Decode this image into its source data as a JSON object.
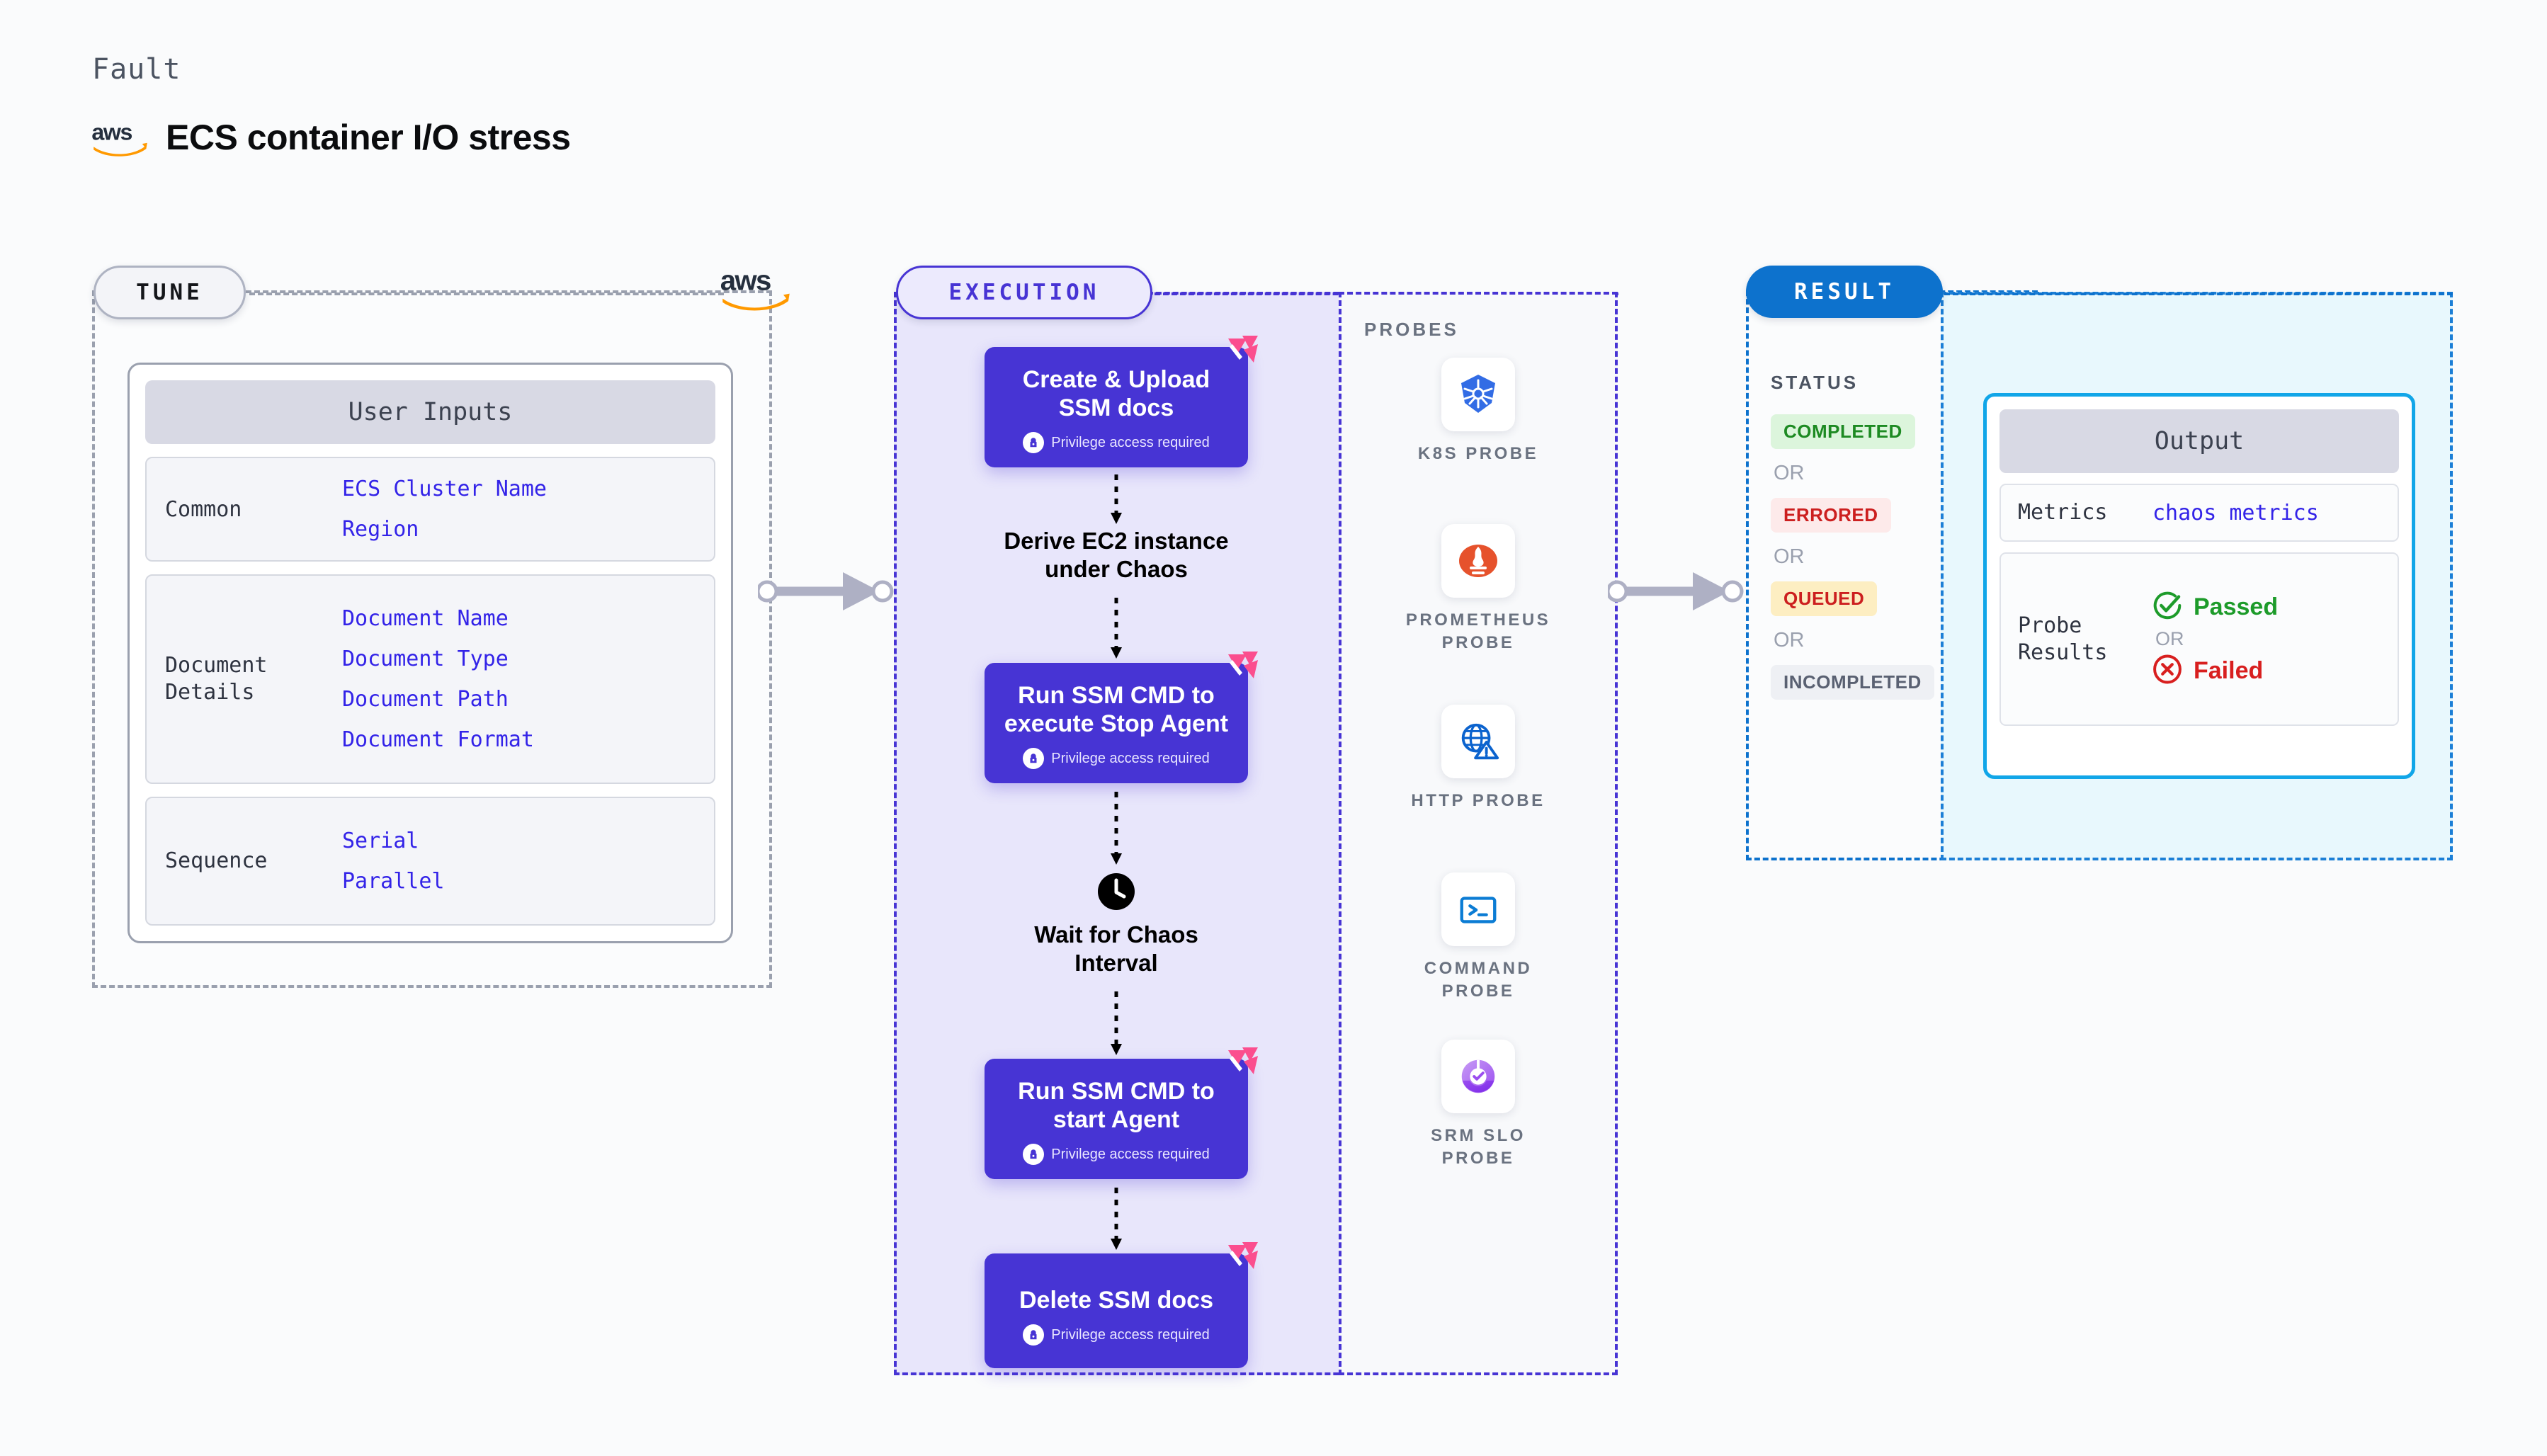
{
  "header": {
    "eyebrow": "Fault",
    "title": "ECS container I/O stress",
    "logo_icon": "aws-logo"
  },
  "tune": {
    "badge": "TUNE",
    "logo_icon": "aws-logo",
    "card_title": "User Inputs",
    "groups": [
      {
        "label": "Common",
        "values": [
          "ECS Cluster Name",
          "Region"
        ]
      },
      {
        "label": "Document\nDetails",
        "values": [
          "Document Name",
          "Document Type",
          "Document Path",
          "Document Format"
        ]
      },
      {
        "label": "Sequence",
        "values": [
          "Serial",
          "Parallel"
        ]
      }
    ]
  },
  "execution": {
    "badge": "EXECUTION",
    "privilege_note": "Privilege access required",
    "steps": [
      {
        "kind": "box",
        "title": "Create & Upload\nSSM docs",
        "privilege": true,
        "icon": "litmus-flag-icon"
      },
      {
        "kind": "text",
        "title": "Derive EC2 instance\nunder Chaos"
      },
      {
        "kind": "box",
        "title": "Run SSM CMD to\nexecute Stop Agent",
        "privilege": true,
        "icon": "litmus-flag-icon"
      },
      {
        "kind": "clock",
        "title": "Wait for Chaos\nInterval",
        "icon": "clock-icon"
      },
      {
        "kind": "box",
        "title": "Run SSM CMD to\nstart Agent",
        "privilege": true,
        "icon": "litmus-flag-icon"
      },
      {
        "kind": "box",
        "title": "Delete SSM docs",
        "privilege": true,
        "icon": "litmus-flag-icon"
      }
    ]
  },
  "probes": {
    "label": "PROBES",
    "items": [
      {
        "name": "K8S  PROBE",
        "icon": "kubernetes-icon"
      },
      {
        "name": "PROMETHEUS\nPROBE",
        "icon": "prometheus-icon"
      },
      {
        "name": "HTTP  PROBE",
        "icon": "http-globe-warning-icon"
      },
      {
        "name": "COMMAND\nPROBE",
        "icon": "terminal-icon"
      },
      {
        "name": "SRM  SLO\nPROBE",
        "icon": "srm-slo-icon"
      }
    ]
  },
  "result": {
    "badge": "RESULT",
    "status_label": "STATUS",
    "or_label": "OR",
    "statuses": [
      {
        "text": "COMPLETED",
        "style": "sp-completed"
      },
      {
        "text": "ERRORED",
        "style": "sp-errored"
      },
      {
        "text": "QUEUED",
        "style": "sp-queued"
      },
      {
        "text": "INCOMPLETED",
        "style": "sp-incomplete"
      }
    ]
  },
  "output": {
    "title": "Output",
    "metrics_label": "Metrics",
    "metrics_value": "chaos metrics",
    "probe_results_label": "Probe\nResults",
    "passed_label": "Passed",
    "failed_label": "Failed",
    "or_label": "OR",
    "passed_icon": "check-circle-icon",
    "failed_icon": "x-circle-icon"
  },
  "colors": {
    "accent_purple": "#4734d4",
    "accent_blue": "#0d72cd",
    "accent_cyan": "#11a6e8",
    "litmus_pink": "#fb4e8e",
    "aws_orange": "#ff9900",
    "mono_value": "#3323e8",
    "success_green": "#1d9b2a",
    "error_red": "#d81f1f"
  }
}
